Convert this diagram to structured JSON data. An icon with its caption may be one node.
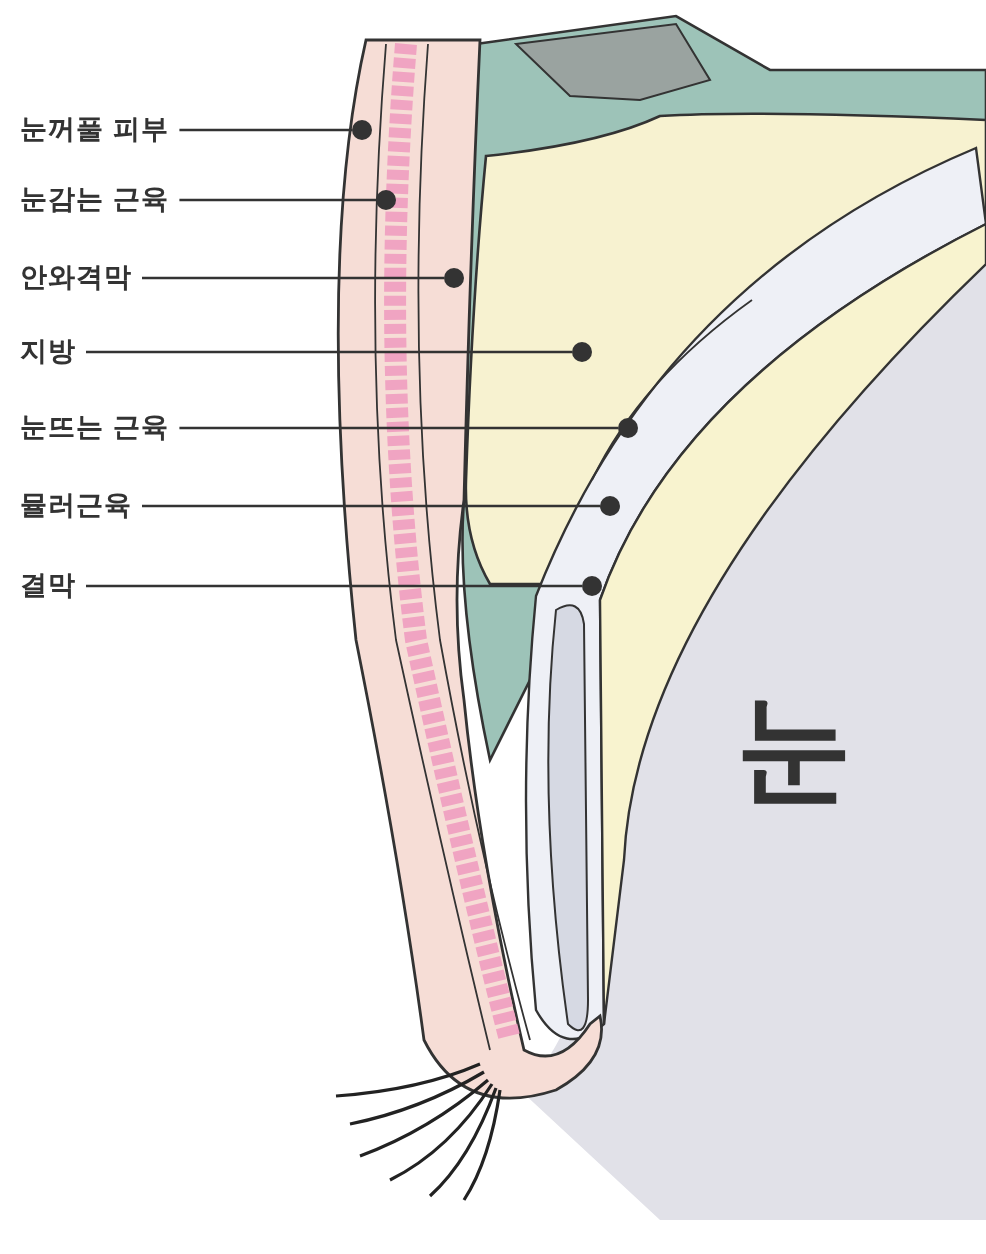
{
  "diagram": {
    "nodes": [
      {
        "text": [
          "눈꺼풀 피부"
        ]
      },
      {
        "text": [
          "눈감는 근육"
        ]
      },
      {
        "text": [
          "안와격막"
        ]
      },
      {
        "text": [
          "지방"
        ]
      },
      {
        "text": [
          "눈뜨는 근육"
        ]
      },
      {
        "text": [
          "뮬러근육"
        ]
      },
      {
        "text": [
          "결막"
        ]
      },
      {
        "text": [],
        "shape": "circle"
      },
      {
        "text": [],
        "shape": "circle"
      },
      {
        "text": [],
        "shape": "circle"
      },
      {
        "text": [],
        "shape": "circle"
      },
      {
        "text": [],
        "shape": "circle"
      },
      {
        "text": [],
        "shape": "circle"
      },
      {
        "text": [],
        "shape": "circle"
      }
    ],
    "edges": [
      {
        "from": 0,
        "to": 7,
        "arrow": "none"
      },
      {
        "from": 1,
        "to": 8,
        "arrow": "none"
      },
      {
        "from": 2,
        "to": 9,
        "arrow": "none"
      },
      {
        "from": 3,
        "to": 10,
        "arrow": "none"
      },
      {
        "from": 4,
        "to": 11,
        "arrow": "none"
      },
      {
        "from": 5,
        "to": 12,
        "arrow": "none"
      },
      {
        "from": 6,
        "to": 13,
        "arrow": "none"
      }
    ],
    "labels": [
      "눈"
    ]
  }
}
